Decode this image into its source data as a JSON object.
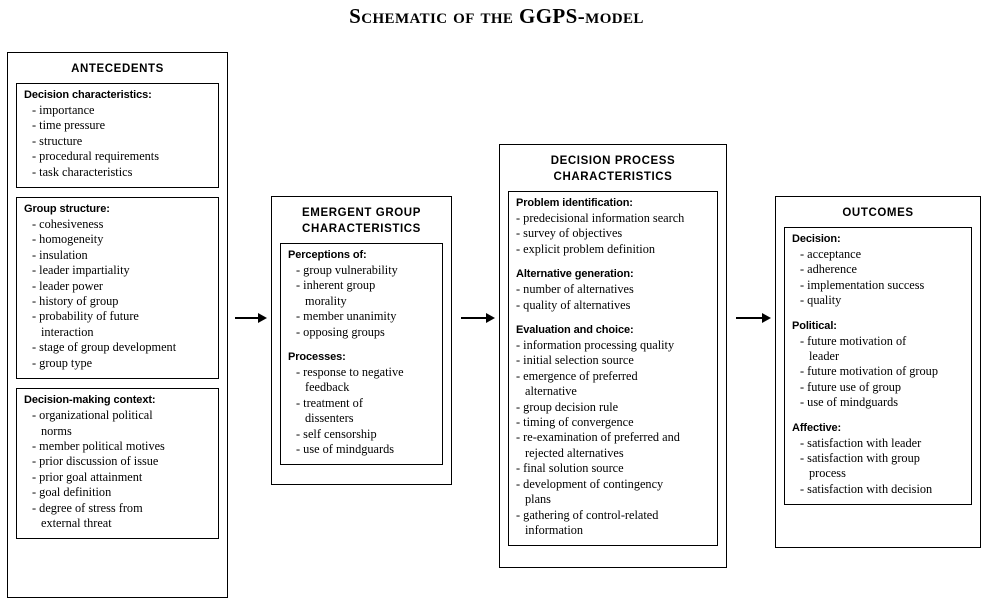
{
  "title": "Schematic of the GGPS-model",
  "colors": {
    "line": "#000000",
    "background": "#ffffff"
  },
  "columns": [
    {
      "id": "antecedents",
      "header": "ANTECEDENTS",
      "groups": [
        {
          "heading": "Decision characteristics:",
          "items": [
            "importance",
            "time pressure",
            "structure",
            "procedural requirements",
            "task characteristics"
          ]
        },
        {
          "heading": "Group structure:",
          "items": [
            "cohesiveness",
            "homogeneity",
            "insulation",
            "leader impartiality",
            "leader power",
            "history of group",
            "probability of future\n   interaction",
            "stage of group development",
            "group type"
          ]
        },
        {
          "heading": "Decision-making context:",
          "items": [
            "organizational political\n   norms",
            "member political motives",
            "prior discussion of issue",
            "prior goal attainment",
            "goal definition",
            "degree of stress from\n   external threat"
          ]
        }
      ]
    },
    {
      "id": "emergent",
      "header": "EMERGENT GROUP\nCHARACTERISTICS",
      "groups": [
        {
          "heading": "Perceptions of:",
          "items": [
            "group vulnerability",
            "inherent group\n   morality",
            "member unanimity",
            "opposing groups"
          ]
        },
        {
          "heading": "Processes:",
          "items": [
            "response to negative\n   feedback",
            "treatment of\n   dissenters",
            "self censorship",
            "use of mindguards"
          ]
        }
      ]
    },
    {
      "id": "process",
      "header": "DECISION PROCESS\nCHARACTERISTICS",
      "groups": [
        {
          "heading": "Problem identification:",
          "items": [
            "predecisional information search",
            "survey of objectives",
            "explicit problem definition"
          ]
        },
        {
          "heading": "Alternative generation:",
          "items": [
            "number of alternatives",
            "quality of alternatives"
          ]
        },
        {
          "heading": "Evaluation and choice:",
          "items": [
            "information processing quality",
            "initial selection source",
            "emergence of preferred\n   alternative",
            "group decision rule",
            "timing of convergence",
            "re-examination of preferred and\n   rejected alternatives",
            "final solution source",
            "development of contingency\n   plans",
            "gathering of control-related\n   information"
          ]
        }
      ]
    },
    {
      "id": "outcomes",
      "header": "OUTCOMES",
      "groups": [
        {
          "heading": "Decision:",
          "items": [
            "acceptance",
            "adherence",
            "implementation success",
            "quality"
          ]
        },
        {
          "heading": "Political:",
          "items": [
            "future motivation of\n   leader",
            "future motivation of group",
            "future use of group",
            "use of mindguards"
          ]
        },
        {
          "heading": "Affective:",
          "items": [
            "satisfaction with leader",
            "satisfaction with group\n   process",
            "satisfaction with decision"
          ]
        }
      ]
    }
  ],
  "arrows": [
    {
      "id": "arrow-antecedents-to-emergent",
      "label": "flow-arrow"
    },
    {
      "id": "arrow-emergent-to-process",
      "label": "flow-arrow"
    },
    {
      "id": "arrow-process-to-outcomes",
      "label": "flow-arrow"
    }
  ]
}
